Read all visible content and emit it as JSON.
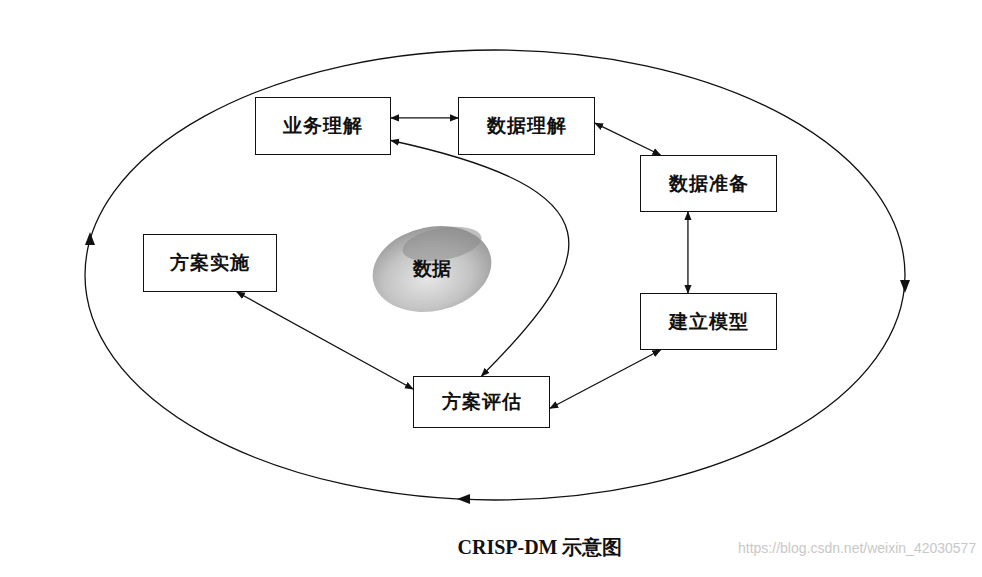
{
  "diagram": {
    "caption": "CRISP-DM 示意图",
    "nodes": [
      {
        "text": [
          "业务理解"
        ]
      },
      {
        "text": [
          "数据理解"
        ]
      },
      {
        "text": [
          "数据准备"
        ]
      },
      {
        "text": [
          "建立模型"
        ]
      },
      {
        "text": [
          "方案评估"
        ]
      },
      {
        "text": [
          "方案实施"
        ]
      },
      {
        "text": [
          "数据"
        ]
      }
    ],
    "edges": [
      {
        "from": 0,
        "to": 1,
        "arrow": "both"
      },
      {
        "from": 1,
        "to": 2,
        "arrow": "both"
      },
      {
        "from": 2,
        "to": 3,
        "arrow": "both"
      },
      {
        "from": 3,
        "to": 4,
        "arrow": "both"
      },
      {
        "from": 4,
        "to": 5,
        "arrow": "both"
      },
      {
        "from": 0,
        "to": 4,
        "arrow": "both"
      }
    ],
    "labels": [
      "https://blog.csdn.net/weixin_42030577"
    ]
  }
}
